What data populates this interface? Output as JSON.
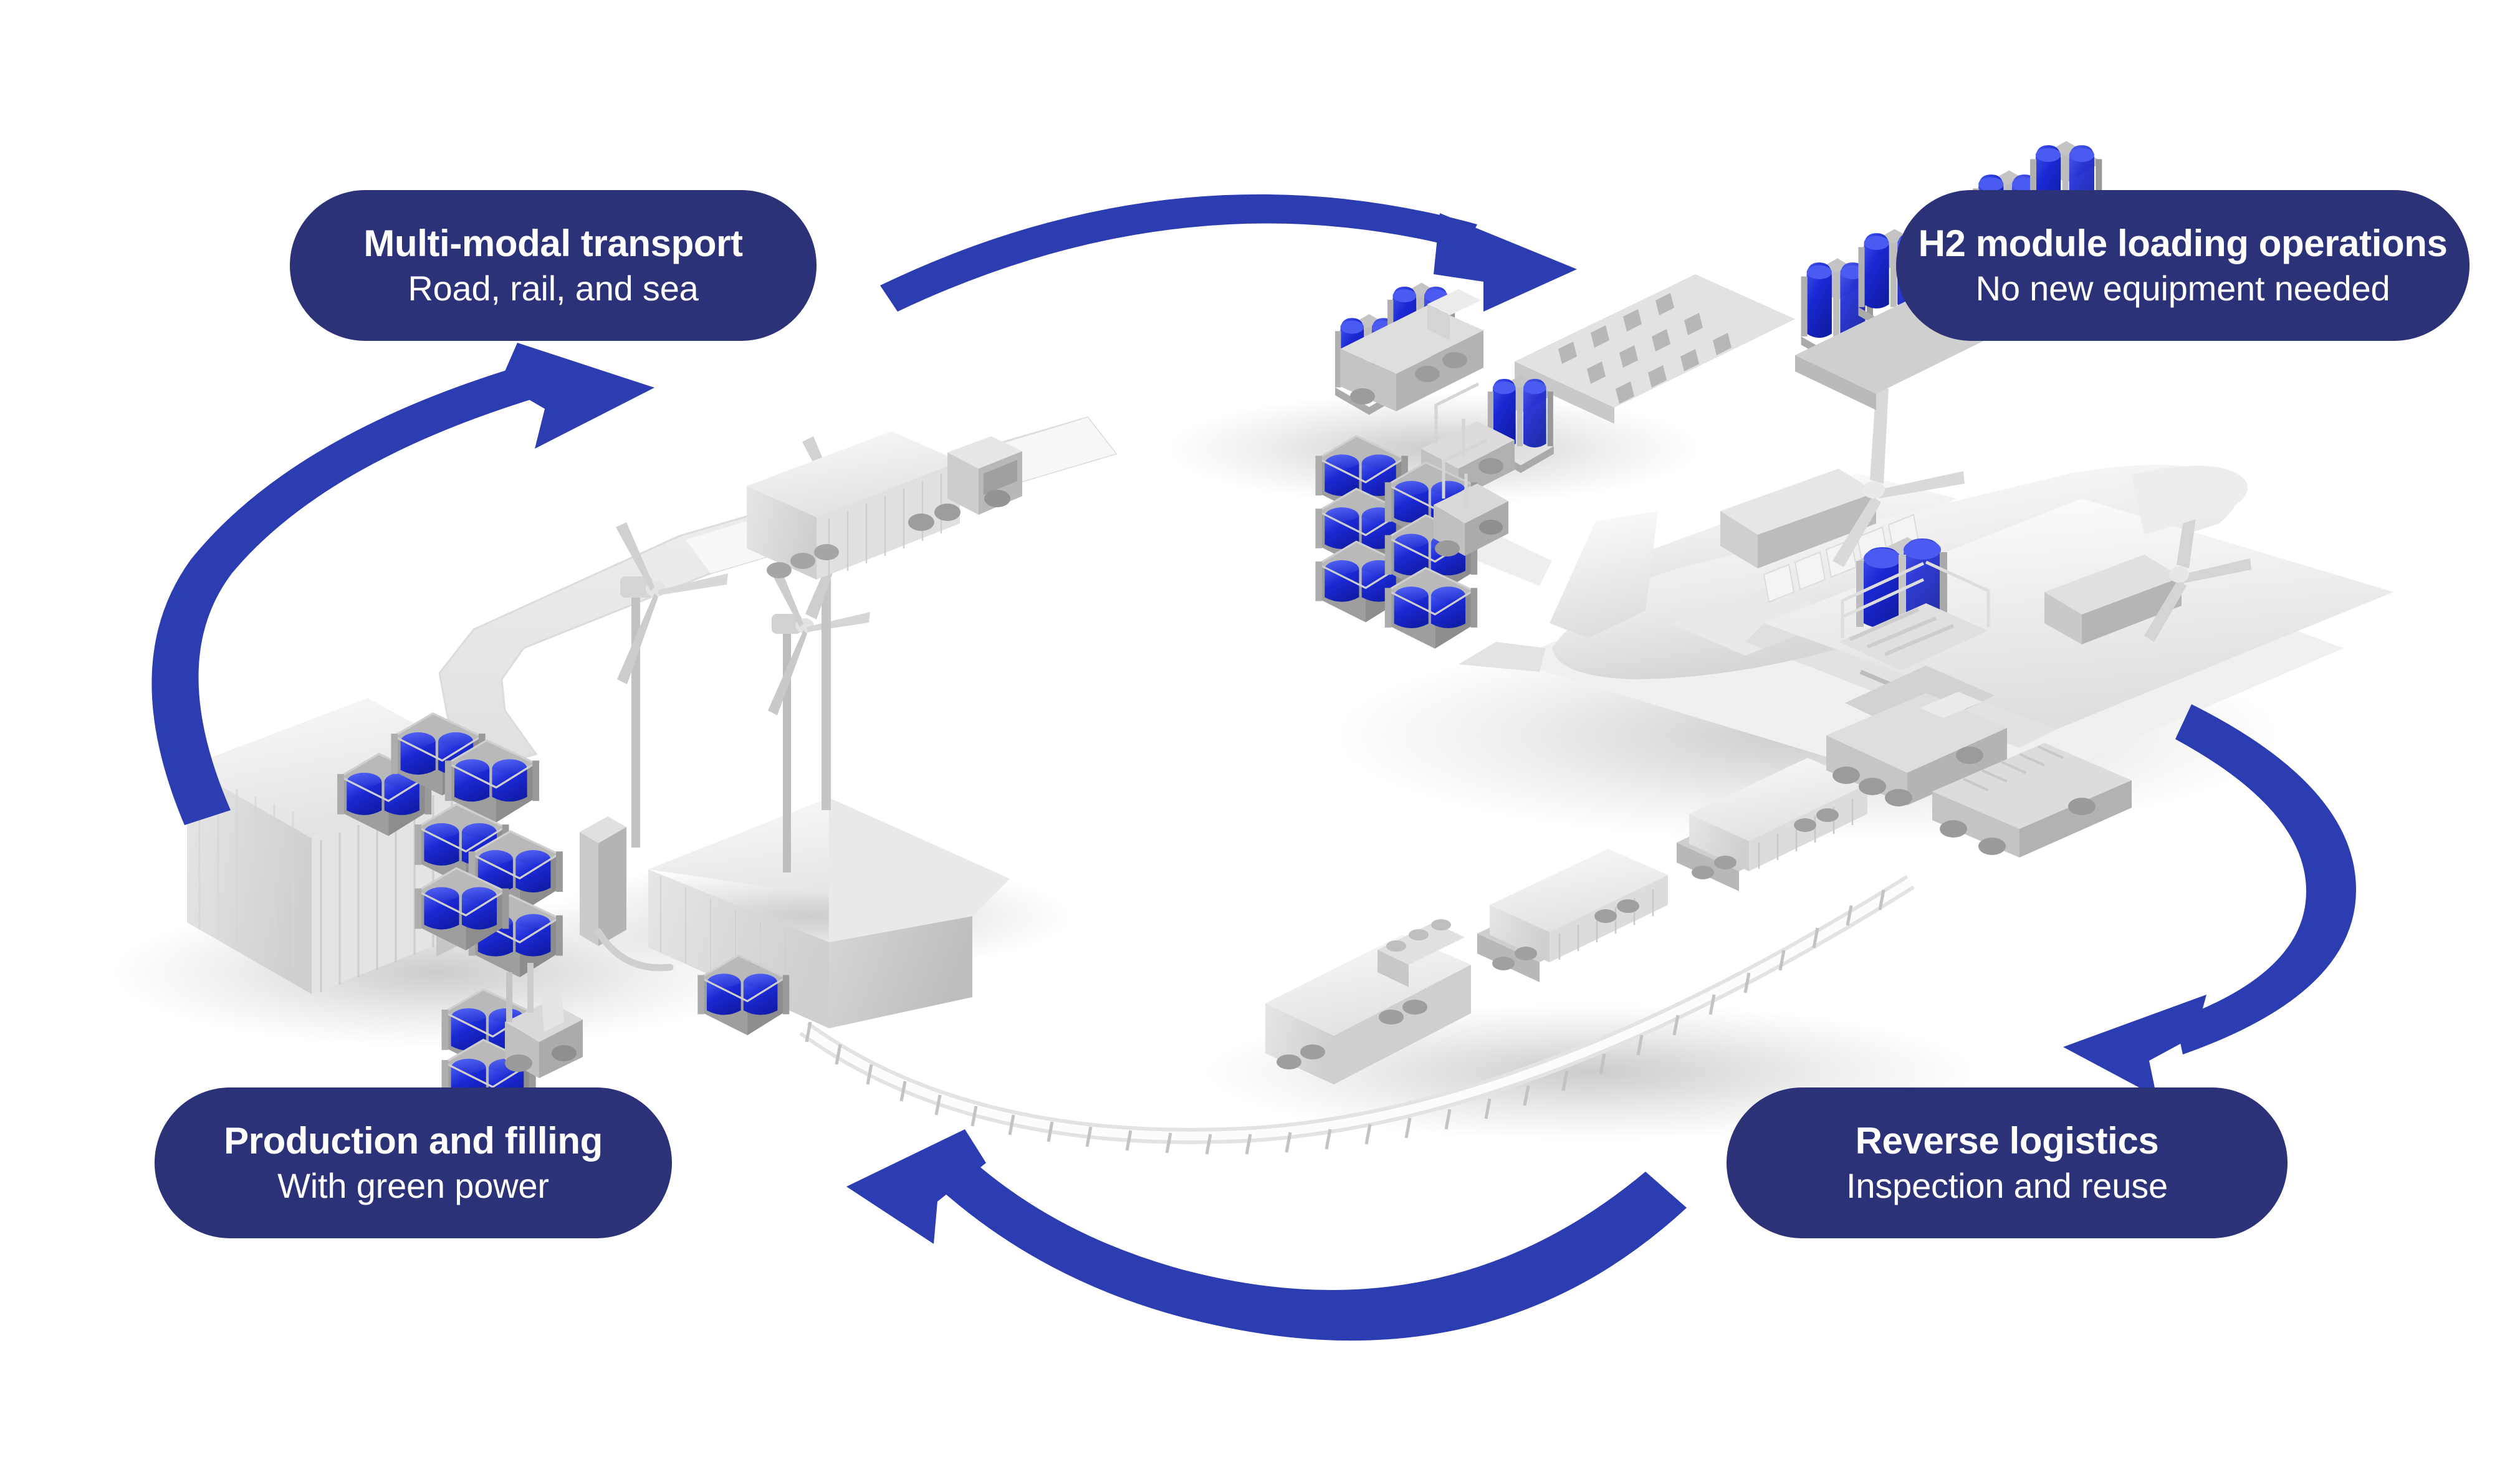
{
  "diagram": {
    "type": "hydrogen-supply-chain-cycle",
    "background_color": "#ffffff",
    "accent_colors": {
      "badge_navy": "#2c3277",
      "arrow_blue": "#2b3db0",
      "module_blue": "#1b28d3",
      "model_grey": "#d8d8d8"
    }
  },
  "labels": [
    {
      "id": "multi-modal-transport",
      "title": "Multi-modal transport",
      "subtitle": "Road, rail, and sea"
    },
    {
      "id": "h2-module-loading-operations",
      "title": "H2 module loading operations",
      "subtitle": "No new equipment needed"
    },
    {
      "id": "production-and-filling",
      "title": "Production and filling",
      "subtitle": "With green power"
    },
    {
      "id": "reverse-logistics",
      "title": "Reverse logistics",
      "subtitle": "Inspection and reuse"
    }
  ],
  "arrows": [
    {
      "id": "arrow-production-to-transport",
      "direction": "up-right",
      "color": "#2b3db0"
    },
    {
      "id": "arrow-transport-to-loading",
      "direction": "down-right",
      "color": "#2b3db0"
    },
    {
      "id": "arrow-loading-to-reverse",
      "direction": "down-left",
      "color": "#2b3db0"
    },
    {
      "id": "arrow-reverse-to-production",
      "direction": "up-left",
      "color": "#2b3db0"
    }
  ],
  "scene_objects": [
    {
      "id": "shipping-container",
      "label": "Shipping container with H2 modules"
    },
    {
      "id": "forklift-container",
      "label": "Forklift loading H2 modules"
    },
    {
      "id": "wind-turbines",
      "label": "Wind turbines",
      "count": 3
    },
    {
      "id": "electrolyzer",
      "label": "Electrolyzer with filling cable"
    },
    {
      "id": "h2-module-single",
      "label": "Single H2 module"
    },
    {
      "id": "warehouse",
      "label": "Warehouse building"
    },
    {
      "id": "semi-truck",
      "label": "Semi truck with container on road"
    },
    {
      "id": "freight-train",
      "label": "Freight train with two container flatcars"
    },
    {
      "id": "rail-track",
      "label": "Railway track"
    },
    {
      "id": "apron-h2-pallets",
      "label": "H2 module pallets on apron"
    },
    {
      "id": "apron-trucks",
      "label": "Apron tug and transport trucks"
    },
    {
      "id": "dolly-platform",
      "label": "Cargo dolly platform"
    },
    {
      "id": "cargo-aircraft",
      "label": "Twin turboprop cargo aircraft"
    },
    {
      "id": "scissor-lift-loader",
      "label": "Scissor lift cargo loader"
    },
    {
      "id": "belt-loader-truck",
      "label": "Belt loader truck"
    }
  ]
}
